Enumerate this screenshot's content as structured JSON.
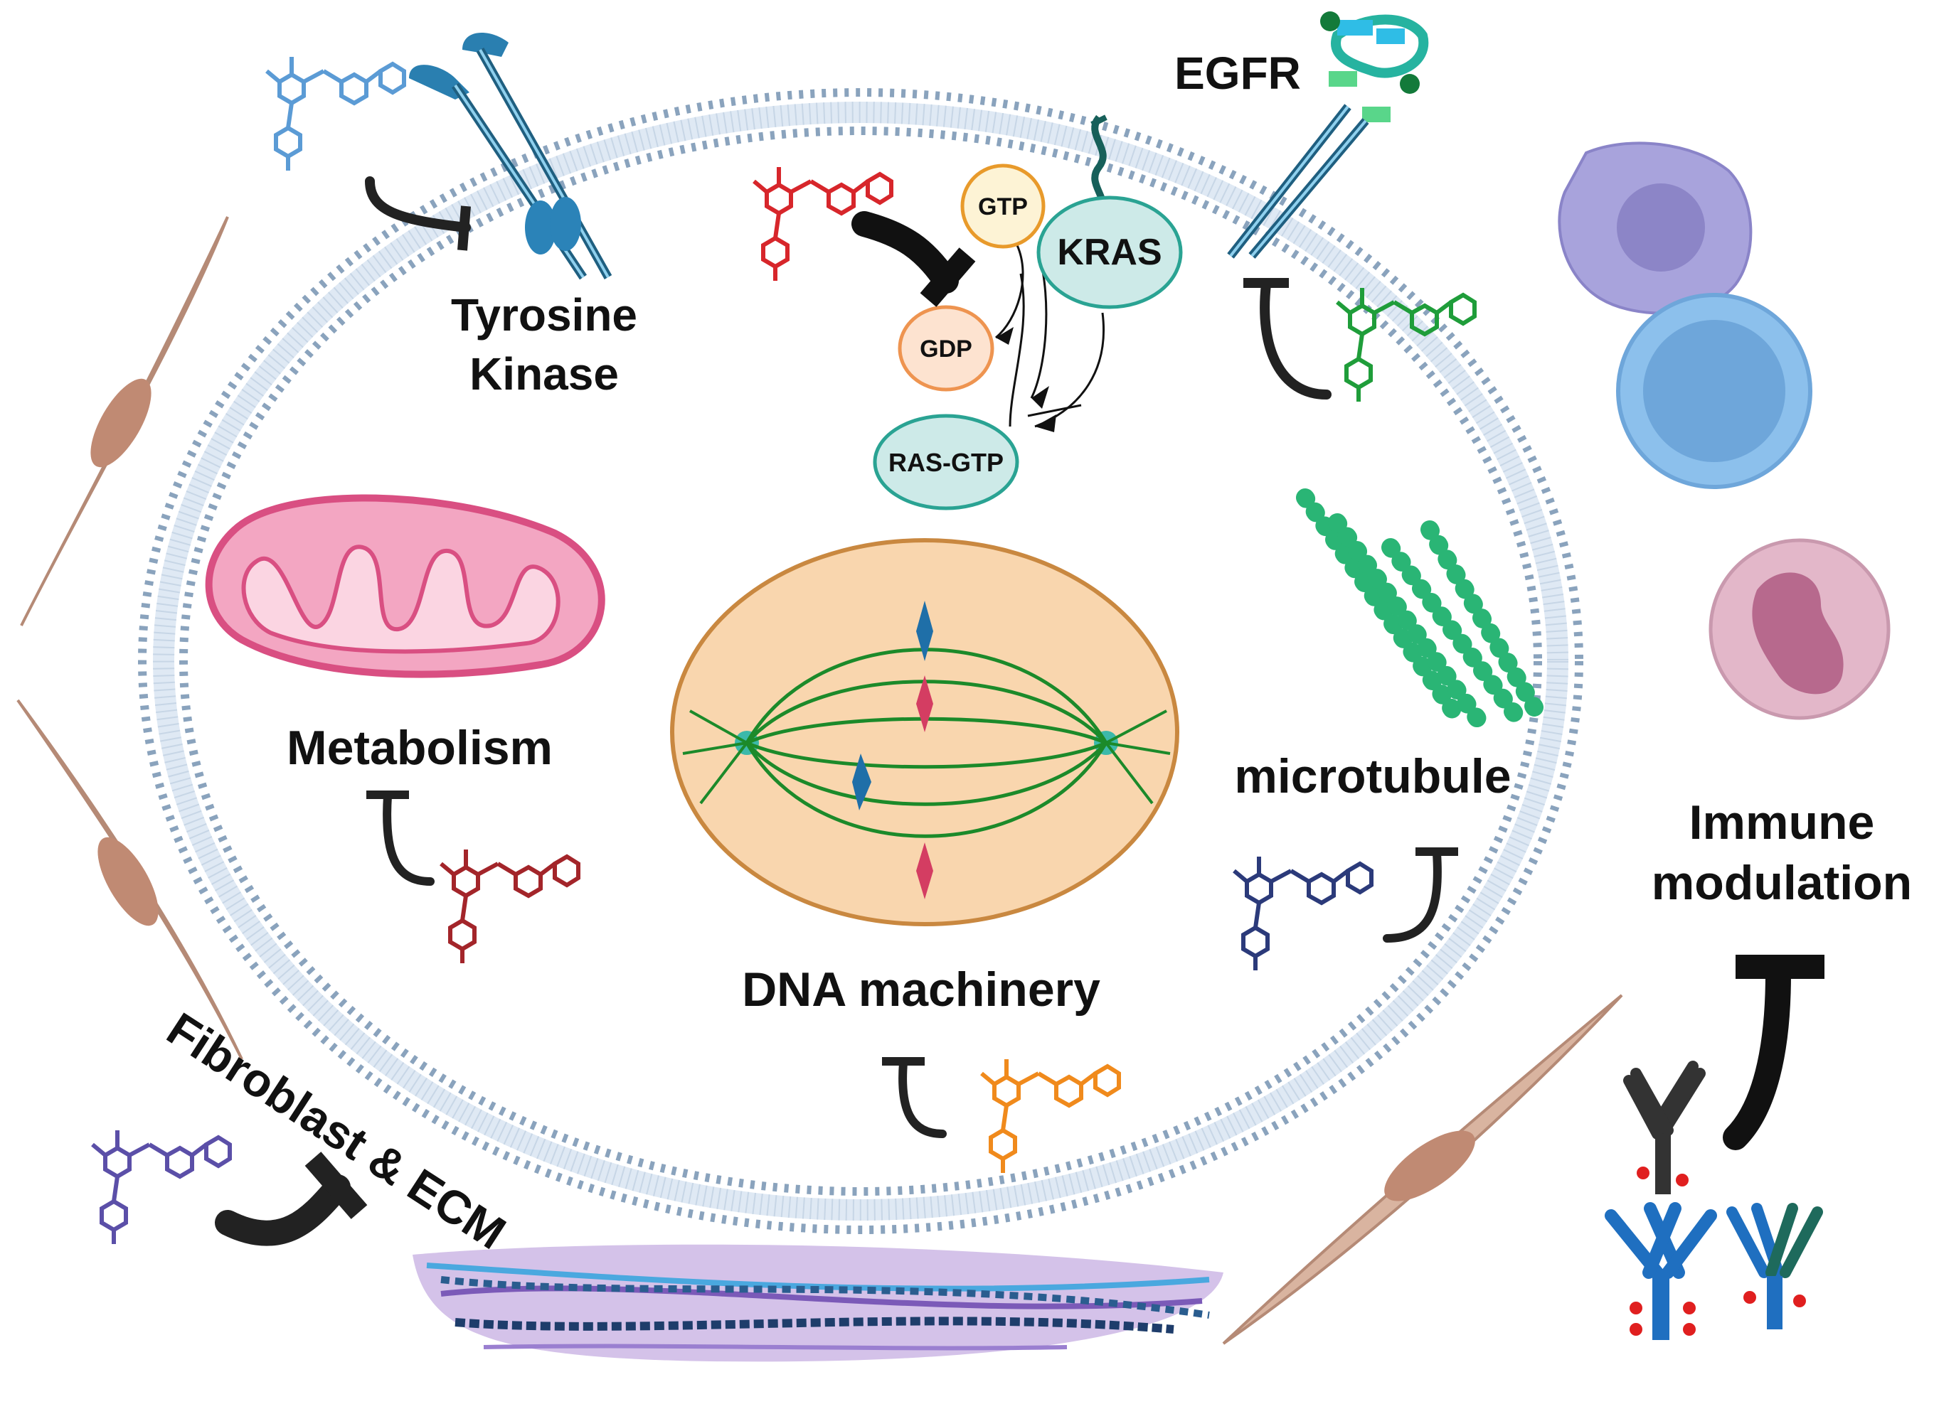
{
  "labels": {
    "tyrosine_line1": "Tyrosine",
    "tyrosine_line2": "Kinase",
    "egfr": "EGFR",
    "gtp": "GTP",
    "gdp": "GDP",
    "kras": "KRAS",
    "ras_gtp": "RAS-GTP",
    "metabolism": "Metabolism",
    "microtubule": "microtubule",
    "dna_machinery": "DNA machinery",
    "immune_line1": "Immune",
    "immune_line2": "modulation",
    "fibroblast_ecm": "Fibroblast & ECM"
  },
  "icons": {
    "drug_molecule": "drug-molecule-icon",
    "inhibition": "inhibition-t-bar-icon",
    "mitochondrion": "mitochondrion-icon",
    "spindle": "mitotic-spindle-icon",
    "microtubule": "microtubule-icon",
    "receptor": "receptor-icon",
    "antibody": "antibody-icon",
    "fibroblast": "fibroblast-cell-icon",
    "immune_cell": "immune-cell-icon",
    "ecm": "extracellular-matrix-icon"
  },
  "colors": {
    "membrane": "#9fb3c8",
    "drug_blue": "#5b9bd5",
    "drug_red": "#d7262b",
    "drug_green": "#1f9d3a",
    "drug_darkred": "#a3252a",
    "drug_navy": "#2b3a7a",
    "drug_orange": "#f08a1c",
    "drug_purple": "#5b4fa8",
    "kras_fill": "#cdeae8",
    "gtp_fill": "#fdf3d5",
    "gdp_fill": "#fde3d0",
    "mito": "#e96a9a",
    "nucleus_fill": "#f9d6ae",
    "spindle": "#1c8a2a",
    "microtubule": "#2ab575",
    "fibroblast": "#d9b4a0"
  }
}
